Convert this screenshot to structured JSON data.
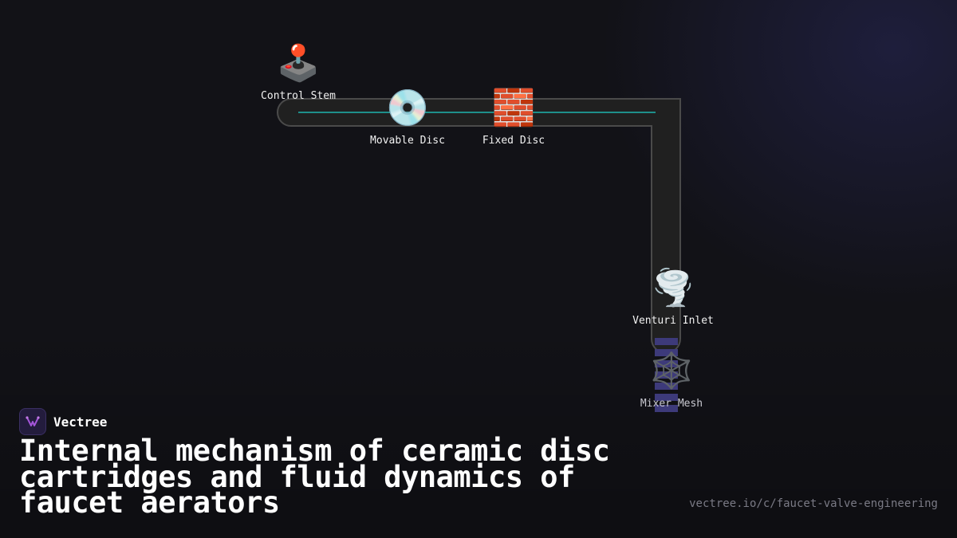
{
  "diagram": {
    "nodes": [
      {
        "id": "control-stem",
        "label": "Control Stem",
        "icon": "joystick-icon",
        "glyph": "🕹️"
      },
      {
        "id": "movable-disc",
        "label": "Movable Disc",
        "icon": "disc-icon",
        "glyph": "💿"
      },
      {
        "id": "fixed-disc",
        "label": "Fixed Disc",
        "icon": "brick-icon",
        "glyph": "🧱"
      },
      {
        "id": "venturi-inlet",
        "label": "Venturi Inlet",
        "icon": "tornado-icon",
        "glyph": "🌪️"
      },
      {
        "id": "mixer-mesh",
        "label": "Mixer Mesh",
        "icon": "web-icon",
        "glyph": "🕸️"
      }
    ],
    "colors": {
      "pipe": "#202020",
      "pipe_border": "#4a4a4a",
      "flow_line": "#1e8f8a",
      "mesh_bars": "#3d3a7a"
    }
  },
  "brand": {
    "name": "Vectree",
    "logo_icon": "vectree-logo-icon",
    "accent": "#a455d9"
  },
  "title": "Internal mechanism of ceramic disc cartridges and fluid dynamics of faucet aerators",
  "url": "vectree.io/c/faucet-valve-engineering"
}
